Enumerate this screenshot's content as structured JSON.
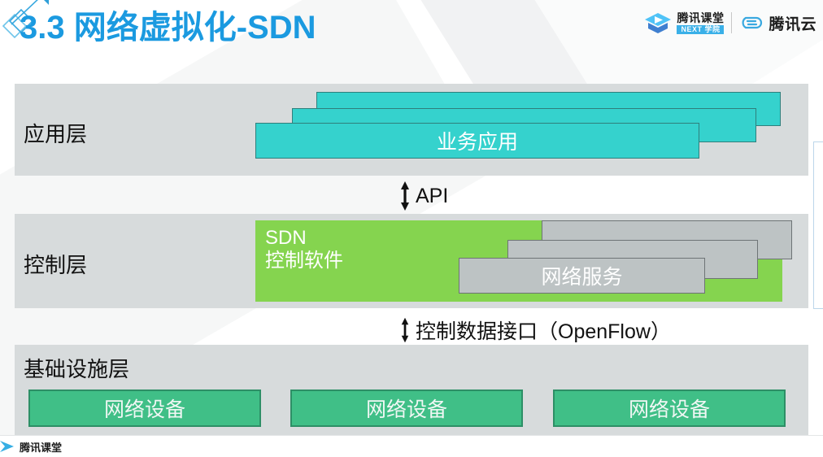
{
  "slide": {
    "title": "3.3 网络虚拟化-SDN"
  },
  "branding": {
    "ketang_name": "腾讯课堂",
    "ketang_sub": "NEXT 学院",
    "cloud_name": "腾讯云",
    "ketang_icon": "graduation-cap-play-icon",
    "cloud_icon": "cloud-icon",
    "accent_blue": "#1b9ae0"
  },
  "diagram": {
    "layers": [
      {
        "id": "application",
        "label": "应用层",
        "card_label": "业务应用",
        "card_color": "#35d2cd",
        "band_color": "#d7dbdc"
      },
      {
        "id": "control",
        "label": "控制层",
        "block_title": "SDN",
        "block_subtitle": "控制软件",
        "block_color": "#85d44f",
        "card_label": "网络服务",
        "card_color": "#bdc3c4",
        "band_color": "#d7dbdc"
      },
      {
        "id": "infrastructure",
        "label": "基础设施层",
        "band_color": "#d7dbdc",
        "devices": [
          {
            "label": "网络设备"
          },
          {
            "label": "网络设备"
          },
          {
            "label": "网络设备"
          }
        ],
        "device_color": "#40bf87"
      }
    ],
    "connectors": [
      {
        "id": "api",
        "label": "API",
        "icon": "double-arrow-vertical-icon"
      },
      {
        "id": "openflow",
        "label": "控制数据接口（OpenFlow）",
        "icon": "double-arrow-vertical-icon"
      }
    ]
  },
  "footer": {
    "brand": "腾讯课堂",
    "arrow_icon": "play-arrow-icon"
  }
}
